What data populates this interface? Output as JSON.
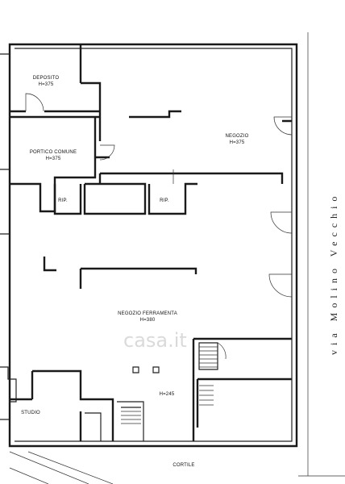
{
  "rooms": [
    {
      "name": "DEPOSITO",
      "height": "H=375"
    },
    {
      "name": "NEGOZIO",
      "height": "H=375"
    },
    {
      "name": "PORTICO COMUNE",
      "height": "H=375"
    },
    {
      "name": "RIP.",
      "height": ""
    },
    {
      "name": "RIP.",
      "height": ""
    },
    {
      "name": "NEGOZIO FERRAMENTA",
      "height": "H=380"
    },
    {
      "name": "STUDIO",
      "height": ""
    },
    {
      "name": "",
      "height": "H=245"
    }
  ],
  "street_label": "via Molino Vecchio",
  "courtyard_label": "CORTILE",
  "watermark": "casa.it"
}
